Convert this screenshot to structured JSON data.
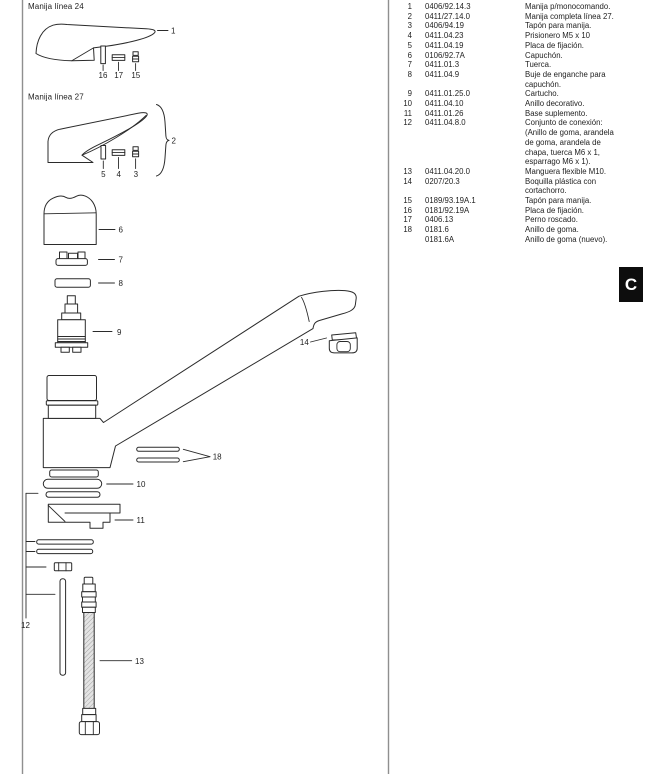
{
  "section_tab": {
    "label": "C"
  },
  "diagram": {
    "headings": {
      "linea24": "Manija línea 24",
      "linea27": "Manija línea 27"
    },
    "callouts": {
      "c1": "1",
      "c2": "2",
      "c3": "3",
      "c4": "4",
      "c5": "5",
      "c6": "6",
      "c7": "7",
      "c8": "8",
      "c9": "9",
      "c10": "10",
      "c11": "11",
      "c12": "12",
      "c13": "13",
      "c14": "14",
      "c15": "15",
      "c16": "16",
      "c17": "17",
      "c18": "18"
    }
  },
  "parts_list": {
    "rows": [
      {
        "num": "1",
        "code": "0406/92.14.3",
        "desc": "Manija p/monocomando."
      },
      {
        "num": "2",
        "code": "0411/27.14.0",
        "desc": "Manija completa línea 27."
      },
      {
        "num": "3",
        "code": "0406/94.19",
        "desc": "Tapón para manija."
      },
      {
        "num": "4",
        "code": "0411.04.23",
        "desc": "Prisionero M5 x 10"
      },
      {
        "num": "5",
        "code": "0411.04.19",
        "desc": "Placa de fijación."
      },
      {
        "num": "6",
        "code": "0106/92.7A",
        "desc": "Capuchón."
      },
      {
        "num": "7",
        "code": "0411.01.3",
        "desc": "Tuerca."
      },
      {
        "num": "8",
        "code": "0411.04.9",
        "desc": "Buje de enganche para\ncapuchón."
      },
      {
        "num": "9",
        "code": "0411.01.25.0",
        "desc": "Cartucho."
      },
      {
        "num": "10",
        "code": "0411.04.10",
        "desc": "Anillo decorativo."
      },
      {
        "num": "11",
        "code": "0411.01.26",
        "desc": "Base suplemento."
      },
      {
        "num": "12",
        "code": "0411.04.8.0",
        "desc": "Conjunto de conexión:\n(Anillo de goma, arandela\nde goma, arandela de\nchapa, tuerca M6 x 1,\nesparrago M6 x 1)."
      },
      {
        "num": "13",
        "code": "0411.04.20.0",
        "desc": "Manguera flexible M10."
      },
      {
        "num": "14",
        "code": "0207/20.3",
        "desc": "Boquilla plástica con\ncortachorro."
      },
      {
        "num": "15",
        "code": "0189/93.19A.1",
        "desc": "Tapón para manija."
      },
      {
        "num": "16",
        "code": "0181/92.19A",
        "desc": "Placa de fijación."
      },
      {
        "num": "17",
        "code": "0406.13",
        "desc": "Perno roscado."
      },
      {
        "num": "18",
        "code": "0181.6",
        "desc": "Anillo de goma."
      },
      {
        "num": "",
        "code": "0181.6A",
        "desc": "Anillo de goma (nuevo)."
      }
    ]
  }
}
